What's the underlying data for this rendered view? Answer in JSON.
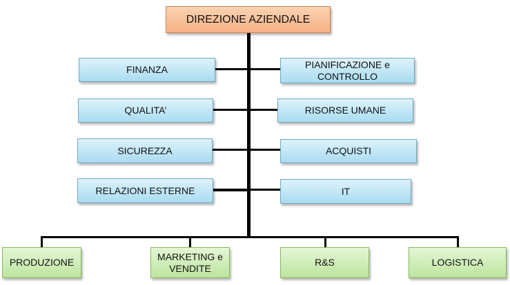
{
  "root": {
    "label": "DIREZIONE AZIENDALE"
  },
  "departments_left": [
    {
      "label": "FINANZA"
    },
    {
      "label": "QUALITA’"
    },
    {
      "label": "SICUREZZA"
    },
    {
      "label": "RELAZIONI ESTERNE"
    }
  ],
  "departments_right": [
    {
      "label_line1": "PIANIFICAZIONE e",
      "label_line2": "CONTROLLO"
    },
    {
      "label": "RISORSE UMANE"
    },
    {
      "label": "ACQUISTI"
    },
    {
      "label": "IT"
    }
  ],
  "units": [
    {
      "label": "PRODUZIONE"
    },
    {
      "label_line1": "MARKETING e",
      "label_line2": "VENDITE"
    },
    {
      "label": "R&S"
    },
    {
      "label": "LOGISTICA"
    }
  ],
  "colors": {
    "root_fill": "#f6b285",
    "department_fill": "#a9dcf0",
    "unit_fill": "#bde59f",
    "connector": "#000000"
  }
}
